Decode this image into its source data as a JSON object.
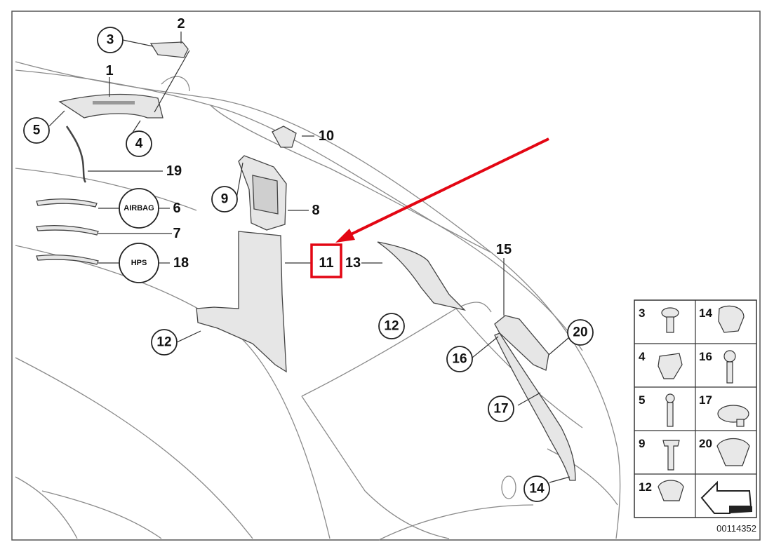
{
  "labels": {
    "l1": "1",
    "l2": "2",
    "l3": "3",
    "l4": "4",
    "l5": "5",
    "l6": "6",
    "l7": "7",
    "l8": "8",
    "l9": "9",
    "l10": "10",
    "l11": "11",
    "l12a": "12",
    "l12b": "12",
    "l13": "13",
    "l14": "14",
    "l15": "15",
    "l16": "16",
    "l17": "17",
    "l18": "18",
    "l19": "19",
    "l20": "20"
  },
  "badges": {
    "airbag": "AIRBAG",
    "hps": "HPS"
  },
  "legend": {
    "c3": "3",
    "c14": "14",
    "c4": "4",
    "c16": "16",
    "c5": "5",
    "c17": "17",
    "c9": "9",
    "c20": "20",
    "c12": "12"
  },
  "drawing_number": "00114352",
  "colors": {
    "highlight": "#e30613",
    "line": "#333333",
    "outline": "#8a8a8a"
  }
}
